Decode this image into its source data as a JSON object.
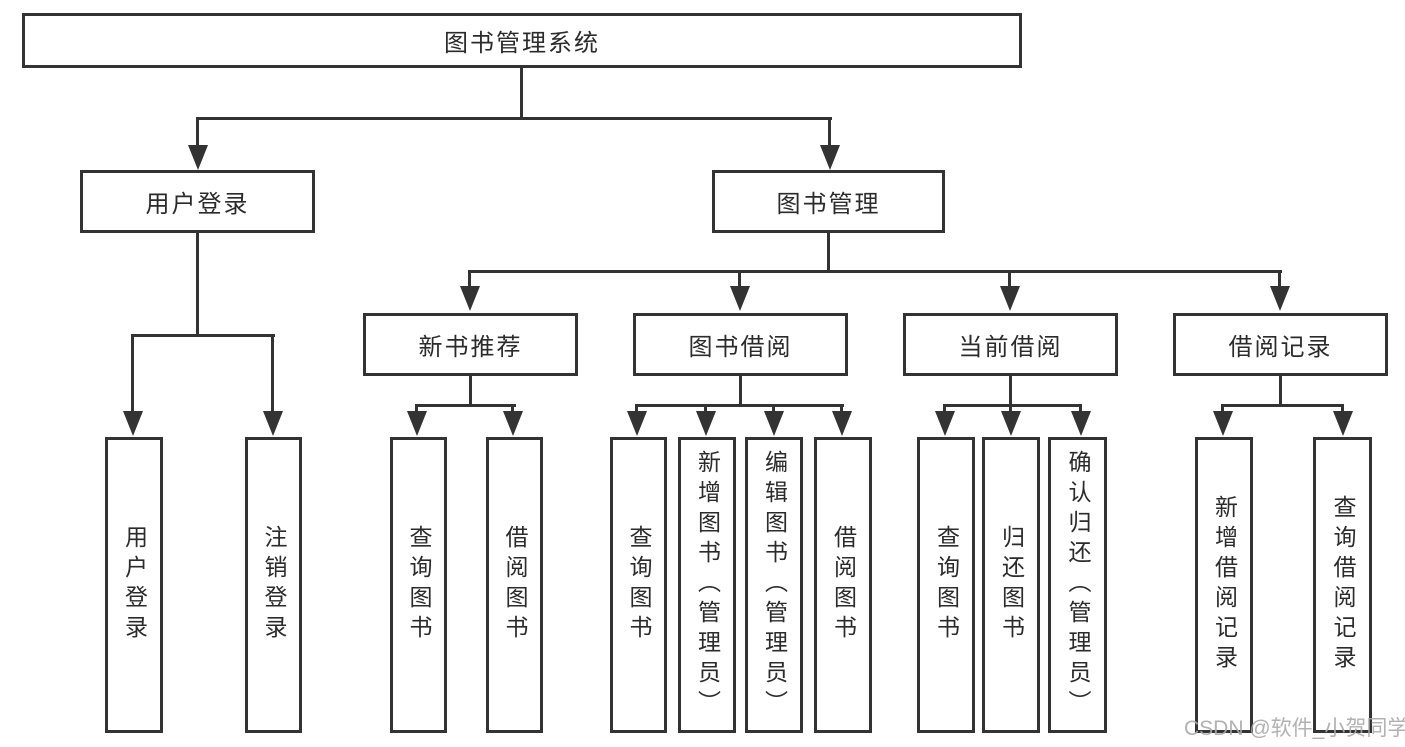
{
  "diagram": {
    "root": {
      "label": "图书管理系统"
    },
    "branches": [
      {
        "label": "用户登录",
        "leaves": [
          {
            "label": "用户登录"
          },
          {
            "label": "注销登录"
          }
        ]
      },
      {
        "label": "图书管理",
        "groups": [
          {
            "label": "新书推荐",
            "leaves": [
              {
                "label": "查询图书"
              },
              {
                "label": "借阅图书"
              }
            ]
          },
          {
            "label": "图书借阅",
            "leaves": [
              {
                "label": "查询图书"
              },
              {
                "label": "新增图书（管理员）"
              },
              {
                "label": "编辑图书（管理员）"
              },
              {
                "label": "借阅图书"
              }
            ]
          },
          {
            "label": "当前借阅",
            "leaves": [
              {
                "label": "查询图书"
              },
              {
                "label": "归还图书"
              },
              {
                "label": "确认归还（管理员）"
              }
            ]
          },
          {
            "label": "借阅记录",
            "leaves": [
              {
                "label": "新增借阅记录"
              },
              {
                "label": "查询借阅记录"
              }
            ]
          }
        ]
      }
    ]
  },
  "watermark": {
    "text": "CSDN @软件_小贺同学"
  },
  "colors": {
    "line": "#333333",
    "text": "#2b2b2b",
    "watermark": "#aaaaaa",
    "background": "#ffffff"
  }
}
